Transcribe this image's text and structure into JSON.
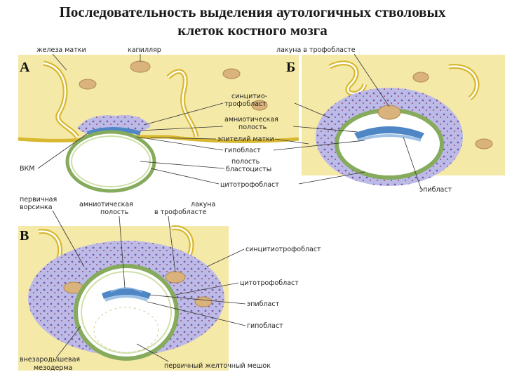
{
  "title": {
    "line1": "Последовательность выделения аутологичных стволовых",
    "line2": "клеток костного мозга"
  },
  "panels": {
    "a": {
      "letter": "А",
      "labels": {
        "gland": "железа матки",
        "capillary": "капилляр",
        "vkm": "ВКМ"
      }
    },
    "b": {
      "letter": "Б",
      "labels": {
        "lacuna": "лакуна в трофобласте",
        "epiblast": "эпибласт"
      }
    },
    "shared_labels": [
      "синцитио-",
      "трофобласт",
      "амниотическая",
      "полость",
      "эпителий матки",
      "гипобласт",
      "полость",
      "бластоцисты",
      "цитотрофобласт"
    ],
    "c": {
      "letter": "В",
      "top_labels": {
        "villus_1": "первичная",
        "villus_2": "ворсинка",
        "amnion_1": "амниотическая",
        "amnion_2": "полость",
        "lacuna_1": "лакуна",
        "lacuna_2": "в трофобласте"
      },
      "right_labels": {
        "syncytio": "синцитиотрофобласт",
        "cyto": "цитотрофобласт",
        "epiblast": "эпибласт",
        "hypoblast": "гипобласт"
      },
      "bottom_labels": {
        "mesoderm_1": "внезародышевая",
        "mesoderm_2": "мезодерма",
        "yolk_sac": "первичный желточный мешок"
      }
    }
  },
  "colors": {
    "tissue": "#f5e9a8",
    "gland_wall": "#d8b830",
    "capillary": "#d9b27c",
    "trophoblast": "#bcbbe8",
    "cytotrophoblast": "#86ab5c",
    "epiblast": "#4f86c6",
    "hypoblast": "#9fc2e6"
  }
}
